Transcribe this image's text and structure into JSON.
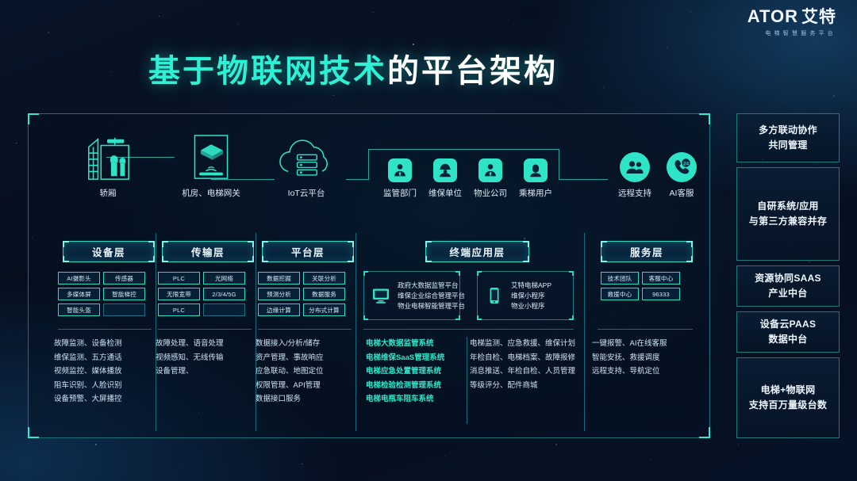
{
  "logo": {
    "main_en": "ATOR",
    "main_cn": "艾特",
    "sub": "电梯智慧服务平台"
  },
  "title": {
    "cyan": "基于物联网技术",
    "white": "的平台架构"
  },
  "nodes": [
    {
      "label": "轿厢",
      "icon": "elevator-car-icon"
    },
    {
      "label": "机房、电梯网关",
      "icon": "gateway-device-icon"
    },
    {
      "label": "IoT云平台",
      "icon": "cloud-server-icon"
    },
    {
      "label": "监管部门",
      "icon": "supervisor-avatar-icon"
    },
    {
      "label": "维保单位",
      "icon": "maintenance-worker-avatar-icon"
    },
    {
      "label": "物业公司",
      "icon": "property-manager-avatar-icon"
    },
    {
      "label": "乘梯用户",
      "icon": "passenger-avatar-icon"
    },
    {
      "label": "远程支持",
      "icon": "remote-support-people-icon"
    },
    {
      "label": "AI客服",
      "icon": "ai-service-24h-icon"
    }
  ],
  "layers": [
    {
      "header": "设备层",
      "tags": [
        "AI摄影头",
        "传感器",
        "多媒体屏",
        "智能梯控",
        "智能头盔",
        ""
      ],
      "items": [
        "故障监测、设备检测",
        "维保监测、五方通话",
        "视频监控、媒体播放",
        "阻车识别、人脸识别",
        "设备预警、大屏播控"
      ]
    },
    {
      "header": "传输层",
      "tags": [
        "PLC",
        "光网络",
        "无限宽带",
        "2/3/4/5G",
        "PLC",
        ""
      ],
      "items": [
        "故障处理、语音处理",
        "视频感知、无线传输",
        "设备管理、"
      ]
    },
    {
      "header": "平台层",
      "tags": [
        "数据挖掘",
        "关联分析",
        "预测分析",
        "数据服务",
        "边缘计算",
        "分布式计算"
      ],
      "items": [
        "数据接入/分析/储存",
        "资产管理、事故响应",
        "应急联动、地图定位",
        "权限管理、API管理",
        "数据接口服务"
      ]
    },
    {
      "header": "终端应用层",
      "cards": [
        {
          "icon": "monitor-icon",
          "lines": [
            "政府大数据监管平台",
            "维保企业综合管理平台",
            "物业电梯智能管理平台"
          ]
        },
        {
          "icon": "smartphone-icon",
          "lines": [
            "艾特电梯APP",
            "维保小程序",
            "物业小程序"
          ]
        }
      ],
      "items_cyan": [
        "电梯大数据监管系统",
        "电梯维保SaaS管理系统",
        "电梯应急处置管理系统",
        "电梯检验检测管理系统",
        "电梯电瓶车阻车系统"
      ],
      "items_right": [
        "电梯监测、应急救援、维保计划",
        "年检自检、电梯档案、故障报修",
        "消息推送、年检自检、人员管理",
        "等级评分、配件商城"
      ]
    },
    {
      "header": "服务层",
      "tags": [
        "技术团队",
        "客服中心",
        "救援中心",
        "96333"
      ],
      "items": [
        "一键报警、AI在线客服",
        "智能安抚、救援调度",
        "远程支持、导航定位"
      ]
    }
  ],
  "side_cards": [
    "多方联动协作\n共同管理",
    "自研系统/应用\n与第三方兼容并存",
    "资源协同SAAS\n产业中台",
    "设备云PAAS\n数据中台",
    "电梯+物联网\n支持百万量级台数"
  ],
  "colors": {
    "accent": "#2fe3c6",
    "frame": "#1f6f7a",
    "text": "#dbe9f5"
  }
}
